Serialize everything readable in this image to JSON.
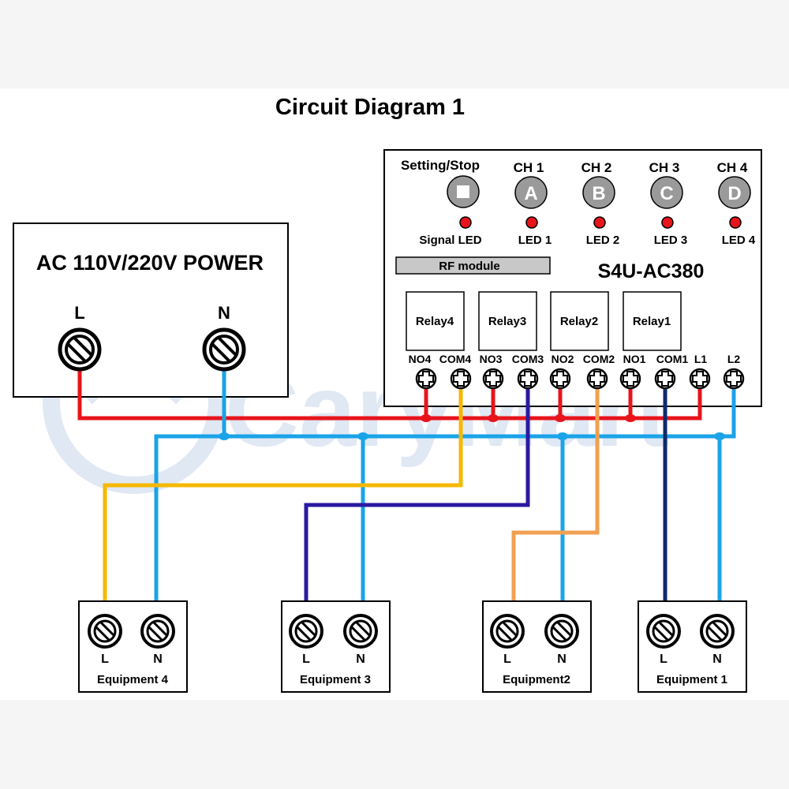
{
  "title": "Circuit Diagram 1",
  "watermark": "CaryMart",
  "power_supply": {
    "label": "AC 110V/220V POWER",
    "terminal_l": "L",
    "terminal_n": "N"
  },
  "controller": {
    "model": "S4U-AC380",
    "setting_label": "Setting/Stop",
    "signal_led_label": "Signal LED",
    "rf_module_label": "RF module",
    "channels": [
      {
        "name": "CH 1",
        "button": "A",
        "led": "LED 1"
      },
      {
        "name": "CH 2",
        "button": "B",
        "led": "LED 2"
      },
      {
        "name": "CH 3",
        "button": "C",
        "led": "LED 3"
      },
      {
        "name": "CH 4",
        "button": "D",
        "led": "LED 4"
      }
    ],
    "relays": [
      "Relay4",
      "Relay3",
      "Relay2",
      "Relay1"
    ],
    "terminals": [
      "NO4",
      "COM4",
      "NO3",
      "COM3",
      "NO2",
      "COM2",
      "NO1",
      "COM1",
      "L1",
      "L2"
    ]
  },
  "equipment": [
    {
      "name": "Equipment 4",
      "l": "L",
      "n": "N"
    },
    {
      "name": "Equipment 3",
      "l": "L",
      "n": "N"
    },
    {
      "name": "Equipment2",
      "l": "L",
      "n": "N"
    },
    {
      "name": "Equipment 1",
      "l": "L",
      "n": "N"
    }
  ],
  "colors": {
    "live": "#e8141b",
    "neutral": "#1aa3e8",
    "com4_wire": "#f5b800",
    "com3_wire": "#2a1aa0",
    "com2_wire": "#f0a050",
    "com1_wire": "#0d2a6b",
    "led": "#e8141b",
    "button": "#9a9a9a",
    "rf_module": "#c8c8c8",
    "watermark": "#c8d6ec"
  }
}
